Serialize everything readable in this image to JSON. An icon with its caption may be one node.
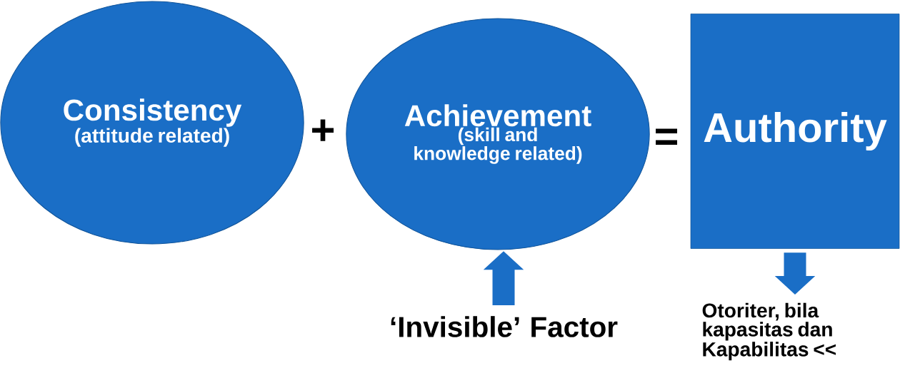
{
  "diagram": {
    "nodes": [
      {
        "text": [
          "Consistency",
          "(attitude related)"
        ]
      },
      {
        "text": [
          "Achievement",
          "(skill and knowledge related)"
        ]
      },
      {
        "text": [
          "Authority"
        ]
      },
      {
        "text": [
          "‘Invisible’ Factor"
        ]
      },
      {
        "text": [
          "Otoriter, bila kapasitas dan Kapabilitas <<"
        ]
      }
    ],
    "edges": [
      {
        "from": 3,
        "to": 1,
        "arrow": "to"
      },
      {
        "from": 2,
        "to": 4,
        "arrow": "to"
      }
    ],
    "labels": [
      "+",
      "="
    ]
  }
}
